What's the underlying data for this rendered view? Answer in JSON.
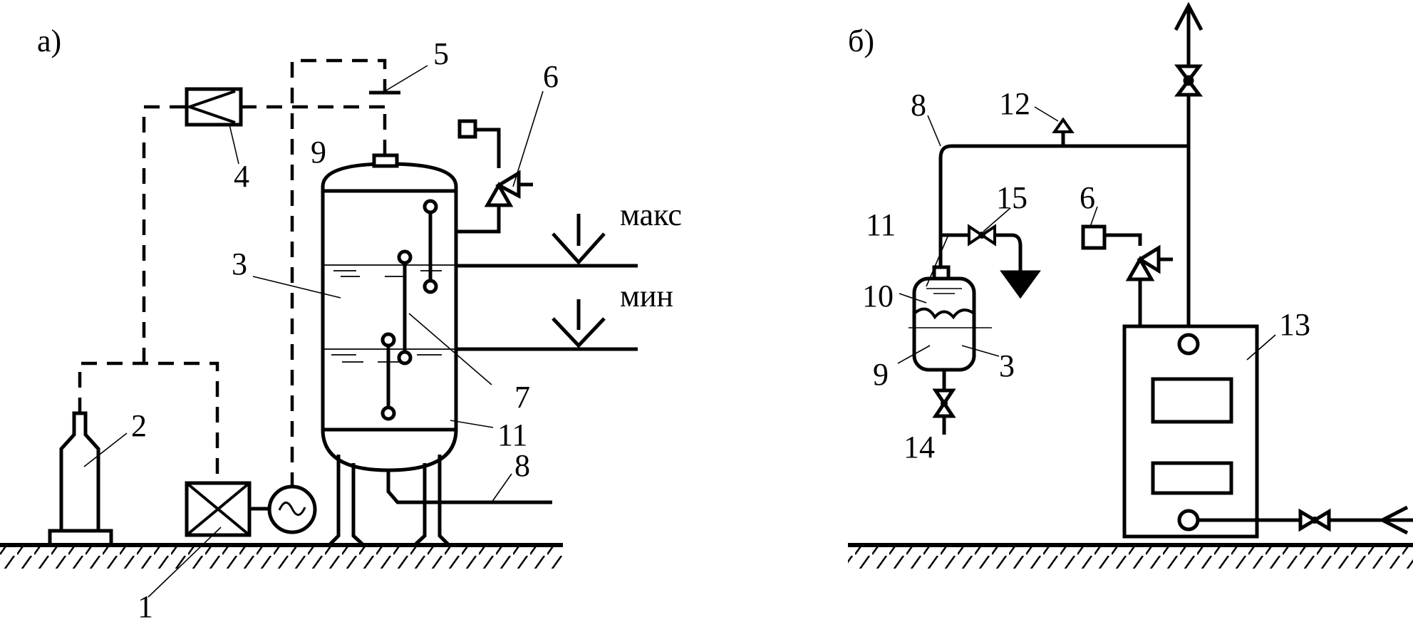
{
  "diagram": {
    "panel_a": {
      "caption": "а)",
      "labels": {
        "l1": "1",
        "l2": "2",
        "l3": "3",
        "l4": "4",
        "l5": "5",
        "l6": "6",
        "l7": "7",
        "l8": "8",
        "l9": "9",
        "l11": "11"
      },
      "level_max": "макс",
      "level_min": "мин"
    },
    "panel_b": {
      "caption": "б)",
      "labels": {
        "l3": "3",
        "l6": "6",
        "l8": "8",
        "l9": "9",
        "l10": "10",
        "l11": "11",
        "l12": "12",
        "l13": "13",
        "l14": "14",
        "l15": "15"
      }
    },
    "colors": {
      "ink": "#000000",
      "background": "#ffffff"
    }
  }
}
